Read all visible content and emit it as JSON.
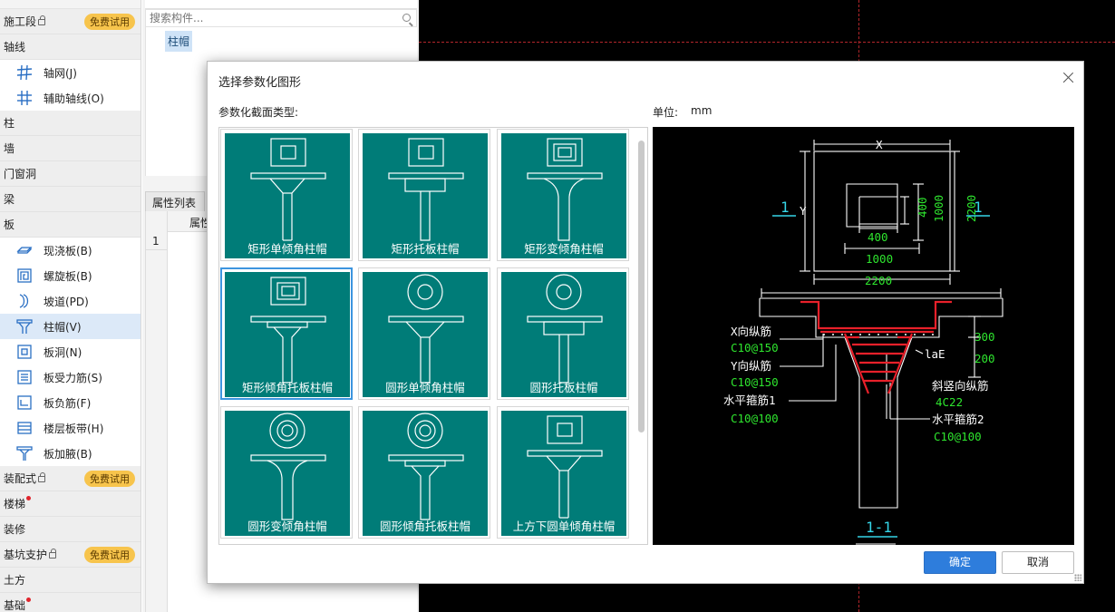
{
  "left_nav": {
    "groups": [
      {
        "label": "施工段",
        "lock": true,
        "badge": "免费试用"
      },
      {
        "label": "轴线"
      },
      {
        "label": "柱"
      },
      {
        "label": "墙"
      },
      {
        "label": "门窗洞"
      },
      {
        "label": "梁"
      },
      {
        "label": "板"
      },
      {
        "label": "装配式",
        "lock": true,
        "badge": "免费试用"
      },
      {
        "label": "楼梯",
        "dot": true
      },
      {
        "label": "装修"
      },
      {
        "label": "基坑支护",
        "lock": true,
        "badge": "免费试用"
      },
      {
        "label": "土方"
      },
      {
        "label": "基础",
        "dot": true
      }
    ],
    "axis_items": [
      {
        "label": "轴网(J)",
        "icon": "grid-axis-icon"
      },
      {
        "label": "辅助轴线(O)",
        "icon": "aux-axis-icon"
      }
    ],
    "slab_items": [
      {
        "label": "现浇板(B)",
        "icon": "cast-slab-icon"
      },
      {
        "label": "螺旋板(B)",
        "icon": "spiral-slab-icon"
      },
      {
        "label": "坡道(PD)",
        "icon": "ramp-icon"
      },
      {
        "label": "柱帽(V)",
        "icon": "column-cap-icon",
        "active": true
      },
      {
        "label": "板洞(N)",
        "icon": "slab-hole-icon"
      },
      {
        "label": "板受力筋(S)",
        "icon": "slab-rebar-icon"
      },
      {
        "label": "板负筋(F)",
        "icon": "neg-rebar-icon"
      },
      {
        "label": "楼层板带(H)",
        "icon": "slab-strip-icon"
      },
      {
        "label": "板加腋(B)",
        "icon": "slab-haunch-icon"
      }
    ]
  },
  "middle": {
    "search_placeholder": "搜索构件...",
    "tree_node": "柱帽",
    "prop_tab": "属性列表",
    "prop_col": "属性",
    "row_number": "1"
  },
  "dialog": {
    "title": "选择参数化图形",
    "section_label": "参数化截面类型:",
    "unit_label": "单位:",
    "unit_value": "mm",
    "ok_label": "确定",
    "cancel_label": "取消",
    "tiles": [
      {
        "label": "矩形单倾角柱帽",
        "icon": "rect-single-slope-cap-icon"
      },
      {
        "label": "矩形托板柱帽",
        "icon": "rect-drop-panel-cap-icon"
      },
      {
        "label": "矩形变倾角柱帽",
        "icon": "rect-variable-slope-cap-icon"
      },
      {
        "label": "矩形倾角托板柱帽",
        "icon": "rect-slope-drop-panel-cap-icon",
        "selected": true
      },
      {
        "label": "圆形单倾角柱帽",
        "icon": "round-single-slope-cap-icon"
      },
      {
        "label": "圆形托板柱帽",
        "icon": "round-drop-panel-cap-icon"
      },
      {
        "label": "圆形变倾角柱帽",
        "icon": "round-variable-slope-cap-icon"
      },
      {
        "label": "圆形倾角托板柱帽",
        "icon": "round-slope-drop-panel-cap-icon"
      },
      {
        "label": "上方下圆单倾角柱帽",
        "icon": "square-top-round-bottom-cap-icon"
      }
    ],
    "preview": {
      "dim_x": "X",
      "dim_y": "Y",
      "dim_400_v": "400",
      "dim_400_h": "400",
      "dim_1000_v": "1000",
      "dim_2200_v": "2200",
      "dim_1000_h": "1000",
      "dim_2200_h": "2200",
      "section_mark": "1",
      "dim_300": "300",
      "dim_200": "200",
      "x_rebar": "X向纵筋",
      "x_rebar_spec": "C10@150",
      "y_rebar": "Y向纵筋",
      "y_rebar_spec": "C10@150",
      "stirrup1": "水平箍筋1",
      "stirrup1_spec": "C10@100",
      "lae": "laE",
      "slope_rebar": "斜竖向纵筋",
      "slope_rebar_spec": "4C22",
      "stirrup2": "水平箍筋2",
      "stirrup2_spec": "C10@100",
      "section_title": "1-1"
    },
    "colors": {
      "tile_bg": "#007c78",
      "selected_border": "#3d95df",
      "ok_bg": "#2e7ddc",
      "cad_green": "#2ee52e",
      "cad_cyan": "#35d6e8",
      "cad_red": "#e8202a"
    }
  }
}
